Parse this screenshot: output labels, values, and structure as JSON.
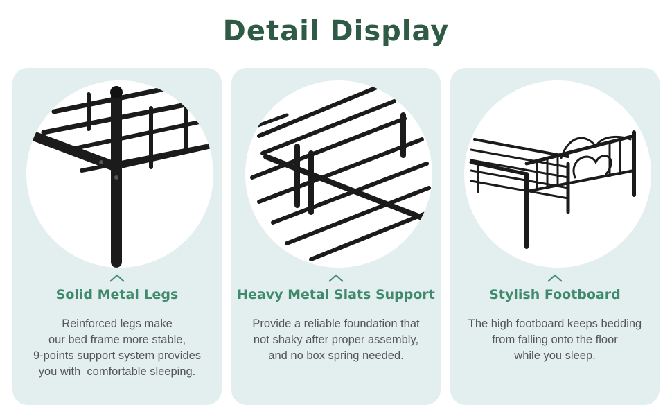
{
  "title": "Detail Display",
  "features": [
    {
      "heading": "Solid Metal Legs",
      "lines": [
        "Reinforced legs make",
        "our bed frame more stable,",
        "9-points support system provides",
        "you with  comfortable sleeping."
      ],
      "icon": "chevron-up-icon"
    },
    {
      "heading": "Heavy Metal Slats Support",
      "lines": [
        "Provide a reliable foundation that",
        "not shaky after proper assembly,",
        "and no box spring needed."
      ],
      "icon": "chevron-up-icon"
    },
    {
      "heading": "Stylish Footboard",
      "lines": [
        "The high footboard keeps bedding",
        "from falling onto the floor",
        "while you sleep."
      ],
      "icon": "chevron-up-icon"
    }
  ],
  "colors": {
    "heading": "#2f5a45",
    "accent": "#3f8a6c",
    "card": "#e3eeee",
    "text": "#555555",
    "metal": "#1b1b1b"
  }
}
